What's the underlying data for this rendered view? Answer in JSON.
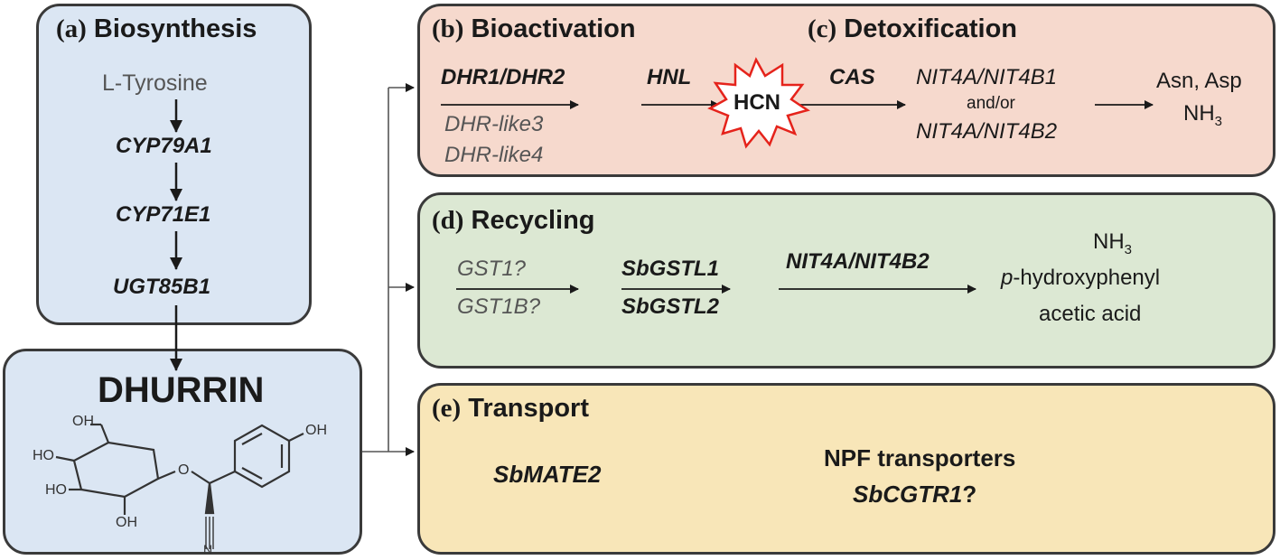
{
  "biosynthesis": {
    "letter": "(a)",
    "title": "Biosynthesis",
    "substrate": "L-Tyrosine",
    "genes": [
      "CYP79A1",
      "CYP71E1",
      "UGT85B1"
    ]
  },
  "dhurrin": {
    "title": "DHURRIN",
    "structure_labels": {
      "oh": "OH",
      "ho": "HO",
      "n": "N",
      "o": "O"
    }
  },
  "bioactivation": {
    "letter": "(b)",
    "title": "Bioactivation",
    "gene_main": "DHR1/DHR2",
    "gene_like3": "DHR-like3",
    "gene_like4": "DHR-like4",
    "hnl": "HNL",
    "hcn": "HCN"
  },
  "detoxification": {
    "letter": "(c)",
    "title": "Detoxification",
    "cas": "CAS",
    "nit_top": "NIT4A/NIT4B1",
    "andor": "and/or",
    "nit_bottom": "NIT4A/NIT4B2",
    "product_top": "Asn, Asp",
    "product_bottom": "NH",
    "product_bottom_sub": "3"
  },
  "recycling": {
    "letter": "(d)",
    "title": "Recycling",
    "gst_top": "GST1?",
    "gst_bottom": "GST1B?",
    "sb_top": "SbGSTL1",
    "sb_bottom": "SbGSTL2",
    "nit": "NIT4A/NIT4B2",
    "product_nh": "NH",
    "product_nh_sub": "3",
    "product_p": "p",
    "product_hydroxy": "-hydroxyphenyl",
    "product_acetic": "acetic acid"
  },
  "transport": {
    "letter": "(e)",
    "title": "Transport",
    "mate": "SbMATE2",
    "npf": "NPF transporters",
    "cgtr": "SbCGTR1",
    "cgtr_suffix": "?"
  },
  "colors": {
    "blue_box": "#dbe6f3",
    "salmon_box": "#f6d9cd",
    "green_box": "#dce8d3",
    "yellow_box": "#f8e6b8",
    "hcn_star": "#e5231b"
  }
}
